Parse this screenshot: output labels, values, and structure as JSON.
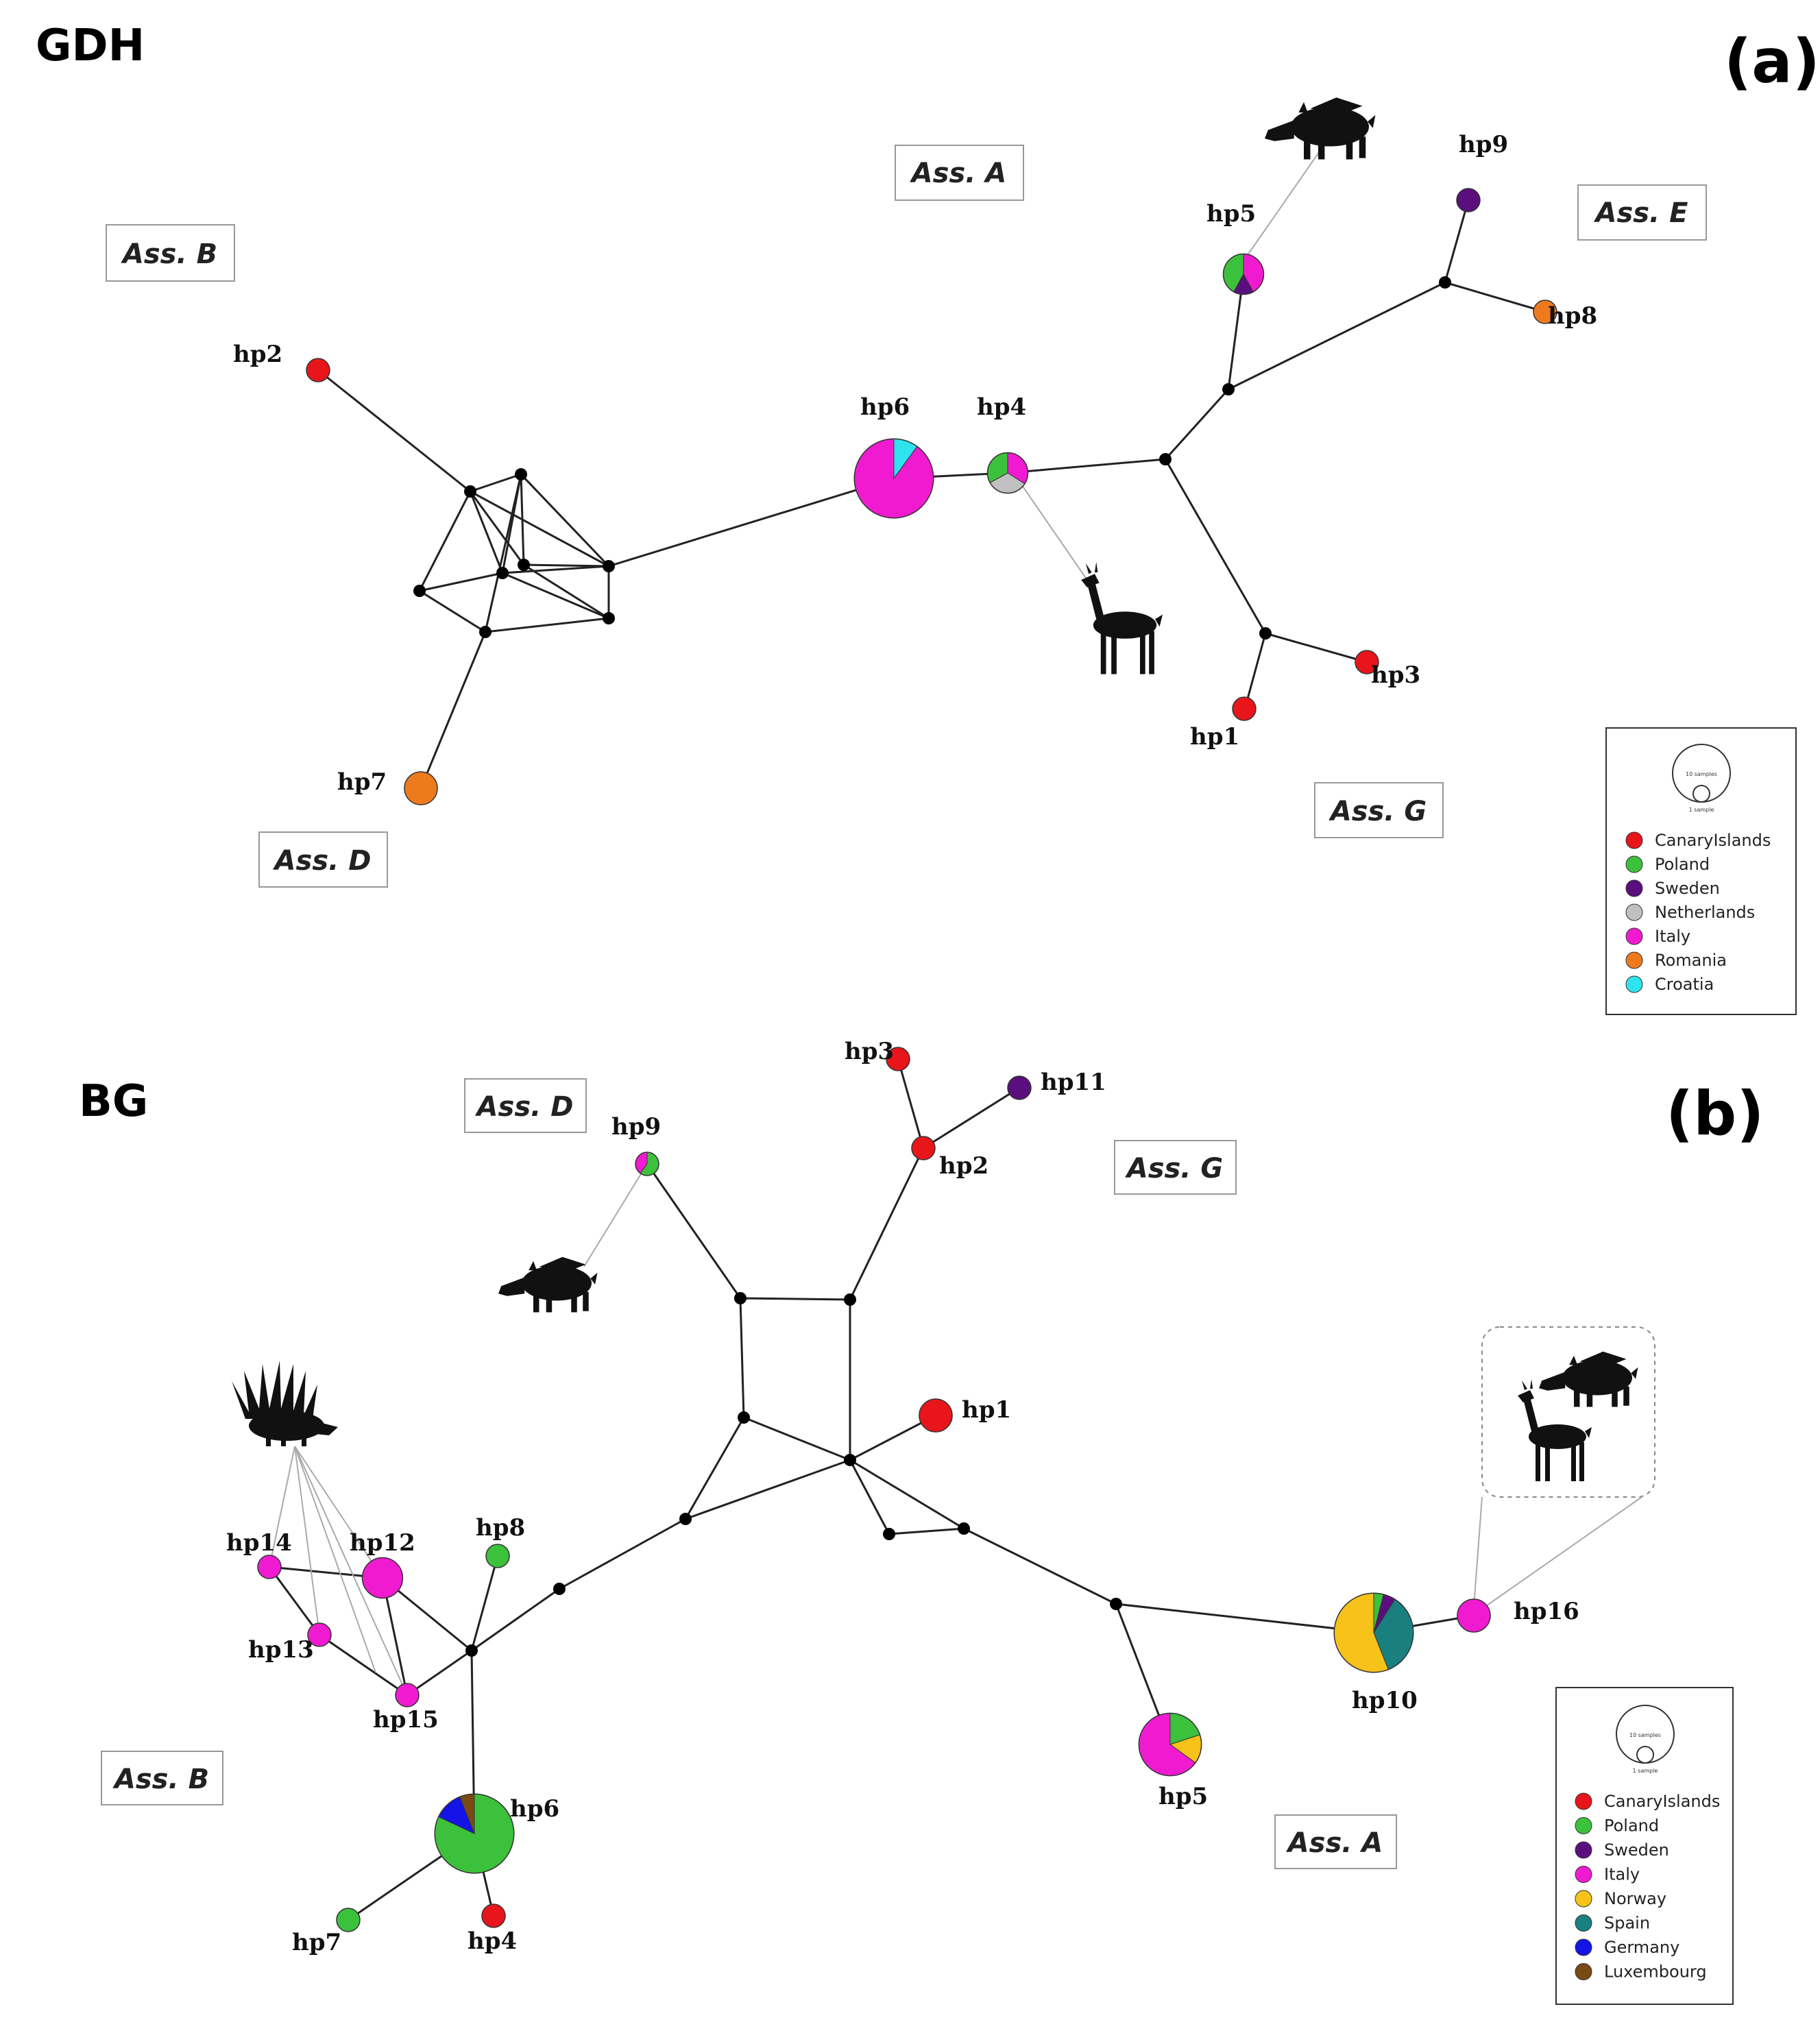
{
  "colors": {
    "CanaryIslands": "#e8161b",
    "Poland": "#3cc13c",
    "Sweden": "#5b0f7e",
    "Netherlands": "#c0c0c0",
    "Italy": "#f01bd0",
    "Romania": "#ee7a1e",
    "Croatia": "#2ee3ee",
    "Norway": "#f7c21a",
    "Spain": "#1a7f7f",
    "Germany": "#1414e6",
    "Luxembourg": "#7a4a14",
    "node": "#000000",
    "edge": "#222222",
    "animal_link": "#aaaaaa"
  },
  "panel_a": {
    "gene": "GDH",
    "letter": "(a)",
    "assemblages": [
      "Ass. A",
      "Ass. B",
      "Ass. D",
      "Ass. E",
      "Ass. G"
    ],
    "haplotypes": [
      {
        "id": "hp1",
        "label": "hp1",
        "samples": 1,
        "composition": [
          {
            "country": "CanaryIslands",
            "fraction": 1
          }
        ]
      },
      {
        "id": "hp2",
        "label": "hp2",
        "samples": 1,
        "composition": [
          {
            "country": "CanaryIslands",
            "fraction": 1
          }
        ]
      },
      {
        "id": "hp3",
        "label": "hp3",
        "samples": 1,
        "composition": [
          {
            "country": "CanaryIslands",
            "fraction": 1
          }
        ]
      },
      {
        "id": "hp4",
        "label": "hp4",
        "samples": 3,
        "composition": [
          {
            "country": "Italy",
            "fraction": 0.34
          },
          {
            "country": "Netherlands",
            "fraction": 0.33
          },
          {
            "country": "Poland",
            "fraction": 0.33
          }
        ]
      },
      {
        "id": "hp5",
        "label": "hp5",
        "samples": 3,
        "composition": [
          {
            "country": "Italy",
            "fraction": 0.42
          },
          {
            "country": "Sweden",
            "fraction": 0.16
          },
          {
            "country": "Poland",
            "fraction": 0.42
          }
        ]
      },
      {
        "id": "hp6",
        "label": "hp6",
        "samples": 10,
        "composition": [
          {
            "country": "Croatia",
            "fraction": 0.1
          },
          {
            "country": "Italy",
            "fraction": 0.9
          }
        ]
      },
      {
        "id": "hp7",
        "label": "hp7",
        "samples": 2,
        "composition": [
          {
            "country": "Romania",
            "fraction": 1
          }
        ]
      },
      {
        "id": "hp8",
        "label": "hp8",
        "samples": 1,
        "composition": [
          {
            "country": "Romania",
            "fraction": 1
          }
        ]
      },
      {
        "id": "hp9",
        "label": "hp9",
        "samples": 1,
        "composition": [
          {
            "country": "Sweden",
            "fraction": 1
          }
        ]
      }
    ],
    "legend": {
      "scale_large": "10 samples",
      "scale_small": "1 sample",
      "items": [
        "CanaryIslands",
        "Poland",
        "Sweden",
        "Netherlands",
        "Italy",
        "Romania",
        "Croatia"
      ]
    },
    "animals": [
      "wild-boar",
      "roe-deer"
    ]
  },
  "panel_b": {
    "gene": "BG",
    "letter": "(b)",
    "assemblages": [
      "Ass. D",
      "Ass. G",
      "Ass. B",
      "Ass. A"
    ],
    "haplotypes": [
      {
        "id": "hp1",
        "label": "hp1",
        "samples": 2,
        "composition": [
          {
            "country": "CanaryIslands",
            "fraction": 1
          }
        ]
      },
      {
        "id": "hp2",
        "label": "hp2",
        "samples": 1,
        "composition": [
          {
            "country": "CanaryIslands",
            "fraction": 1
          }
        ]
      },
      {
        "id": "hp3",
        "label": "hp3",
        "samples": 1,
        "composition": [
          {
            "country": "CanaryIslands",
            "fraction": 1
          }
        ]
      },
      {
        "id": "hp4",
        "label": "hp4",
        "samples": 1,
        "composition": [
          {
            "country": "CanaryIslands",
            "fraction": 1
          }
        ]
      },
      {
        "id": "hp5",
        "label": "hp5",
        "samples": 6,
        "composition": [
          {
            "country": "Poland",
            "fraction": 0.2
          },
          {
            "country": "Norway",
            "fraction": 0.15
          },
          {
            "country": "Italy",
            "fraction": 0.65
          }
        ]
      },
      {
        "id": "hp6",
        "label": "hp6",
        "samples": 10,
        "composition": [
          {
            "country": "Poland",
            "fraction": 0.82
          },
          {
            "country": "Germany",
            "fraction": 0.12
          },
          {
            "country": "Luxembourg",
            "fraction": 0.06
          }
        ]
      },
      {
        "id": "hp7",
        "label": "hp7",
        "samples": 1,
        "composition": [
          {
            "country": "Poland",
            "fraction": 1
          }
        ]
      },
      {
        "id": "hp8",
        "label": "hp8",
        "samples": 1,
        "composition": [
          {
            "country": "Poland",
            "fraction": 1
          }
        ]
      },
      {
        "id": "hp9",
        "label": "hp9",
        "samples": 1,
        "composition": [
          {
            "country": "Poland",
            "fraction": 0.6
          },
          {
            "country": "Italy",
            "fraction": 0.4
          }
        ]
      },
      {
        "id": "hp10",
        "label": "hp10",
        "samples": 10,
        "composition": [
          {
            "country": "Poland",
            "fraction": 0.04
          },
          {
            "country": "Sweden",
            "fraction": 0.05
          },
          {
            "country": "Spain",
            "fraction": 0.35
          },
          {
            "country": "Norway",
            "fraction": 0.56
          }
        ]
      },
      {
        "id": "hp11",
        "label": "hp11",
        "samples": 1,
        "composition": [
          {
            "country": "Sweden",
            "fraction": 1
          }
        ]
      },
      {
        "id": "hp12",
        "label": "hp12",
        "samples": 3,
        "composition": [
          {
            "country": "Italy",
            "fraction": 1
          }
        ]
      },
      {
        "id": "hp13",
        "label": "hp13",
        "samples": 1,
        "composition": [
          {
            "country": "Italy",
            "fraction": 1
          }
        ]
      },
      {
        "id": "hp14",
        "label": "hp14",
        "samples": 1,
        "composition": [
          {
            "country": "Italy",
            "fraction": 1
          }
        ]
      },
      {
        "id": "hp15",
        "label": "hp15",
        "samples": 1,
        "composition": [
          {
            "country": "Italy",
            "fraction": 1
          }
        ]
      },
      {
        "id": "hp16",
        "label": "hp16",
        "samples": 2,
        "composition": [
          {
            "country": "Italy",
            "fraction": 1
          }
        ]
      }
    ],
    "legend": {
      "scale_large": "10 samples",
      "scale_small": "1 sample",
      "items": [
        "CanaryIslands",
        "Poland",
        "Sweden",
        "Italy",
        "Norway",
        "Spain",
        "Germany",
        "Luxembourg"
      ]
    },
    "animals": [
      "wild-boar",
      "porcupine",
      "wild-boar",
      "roe-deer"
    ]
  }
}
